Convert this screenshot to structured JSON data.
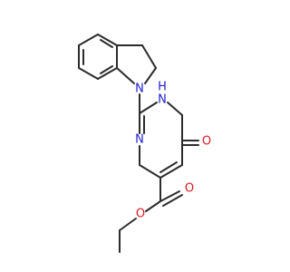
{
  "molecule": {
    "atoms": {
      "indoline_n": {
        "symbol": "N",
        "color": "#1f1fd4"
      },
      "ring_nh": {
        "symbol": "N",
        "h": "H",
        "color": "#1f1fd4"
      },
      "ring_n": {
        "symbol": "N",
        "color": "#1f1fd4"
      },
      "keto_o": {
        "symbol": "O",
        "color": "#e0141e"
      },
      "ester_carbonyl_o": {
        "symbol": "O",
        "color": "#e0141e"
      },
      "ester_o": {
        "symbol": "O",
        "color": "#e0141e"
      }
    },
    "bond_color": "#2b2b2b"
  }
}
